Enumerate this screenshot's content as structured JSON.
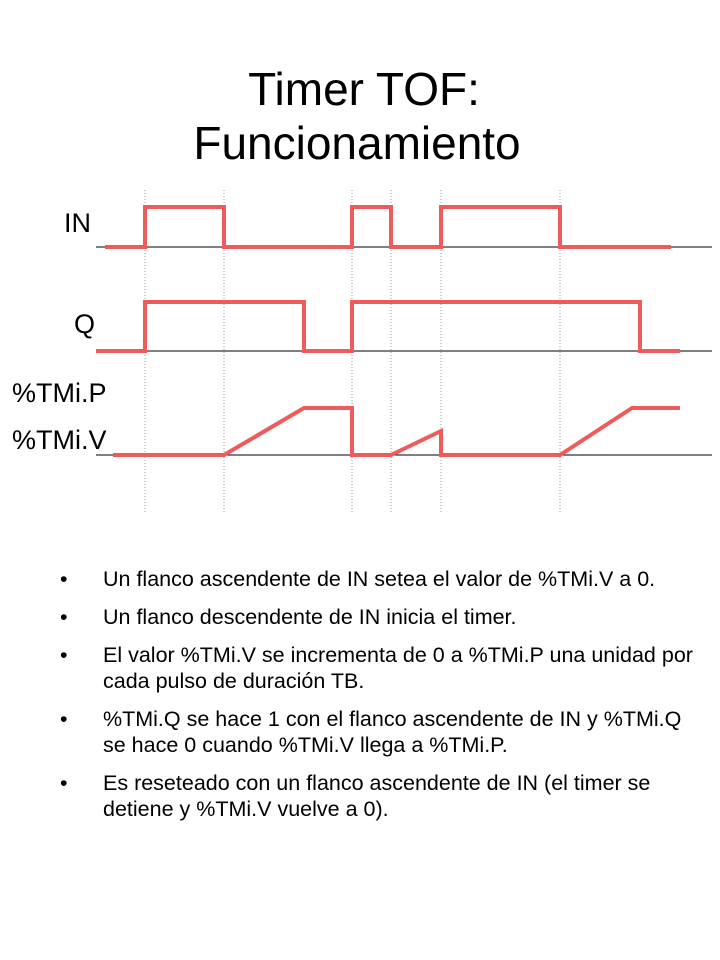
{
  "title": {
    "line1": "Timer TOF:",
    "line2": "Funcionamiento"
  },
  "diagram": {
    "signals": [
      {
        "id": "in",
        "labels": [
          "IN"
        ],
        "levels": [
          0,
          1,
          0,
          1,
          0,
          1,
          0
        ]
      },
      {
        "id": "q",
        "labels": [
          "Q"
        ],
        "levels": [
          0,
          1,
          0,
          1,
          0
        ]
      },
      {
        "id": "tmi",
        "labels": [
          "%TMi.P",
          "%TMi.V"
        ]
      }
    ],
    "trace_color": "#ef5a5a",
    "baseline_color": "#000000",
    "guide_color": "#9a9a9a"
  },
  "bullets": {
    "symbol": "•",
    "items": [
      "Un flanco ascendente de IN setea el valor de %TMi.V a 0.",
      "Un flanco descendente de IN inicia el timer.",
      "El valor %TMi.V se incrementa de 0 a %TMi.P una unidad por cada pulso de duración TB.",
      "%TMi.Q se hace 1 con el flanco ascendente de IN y %TMi.Q se hace 0 cuando %TMi.V llega a %TMi.P.",
      "Es reseteado con un flanco ascendente de IN (el timer se detiene y %TMi.V vuelve a 0)."
    ]
  }
}
